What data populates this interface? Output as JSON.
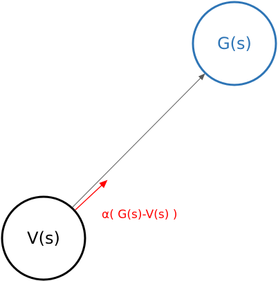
{
  "nodes": {
    "goal": {
      "label": "G(s)",
      "color": "#2e75b6"
    },
    "value": {
      "label": "V(s)",
      "color": "#000000"
    }
  },
  "edges": {
    "direction": {
      "from": "V(s)",
      "to": "G(s)",
      "color": "#595959"
    },
    "update": {
      "label": "α( G(s)-V(s) )",
      "color": "#ff0000"
    }
  }
}
